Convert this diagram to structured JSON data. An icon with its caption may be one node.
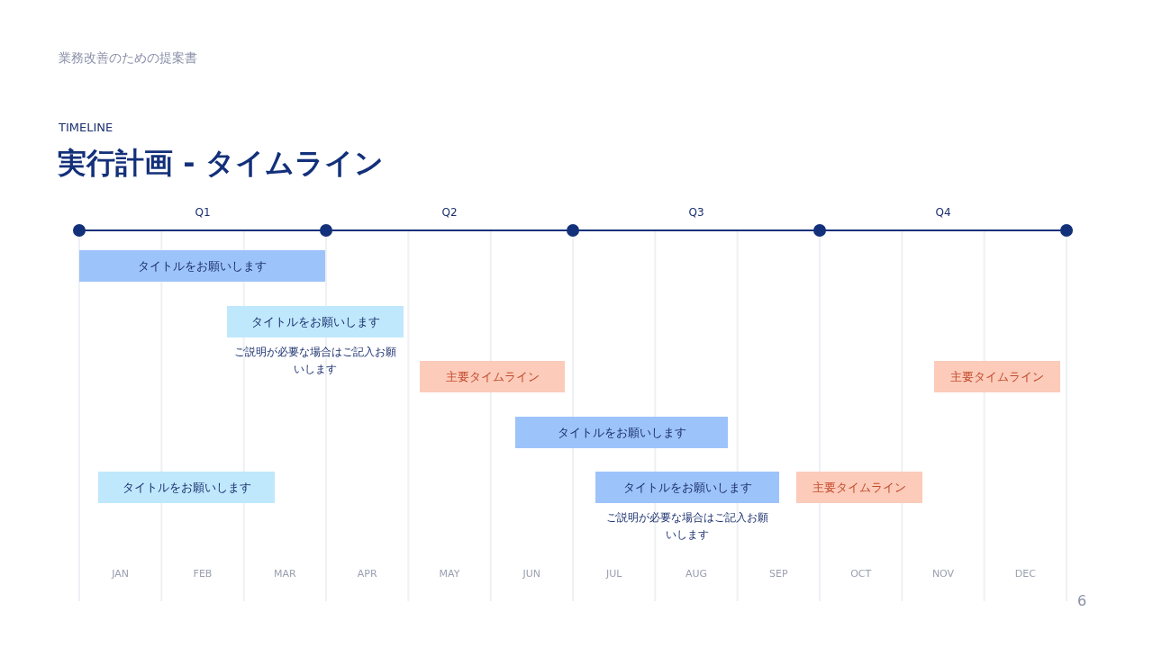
{
  "diagram": {
    "title": "実行計画 - タイムライン",
    "nodes": [
      {
        "text": [
          "タイトルをお願いします"
        ]
      },
      {
        "text": [
          "タイトルをお願いします"
        ],
        "beside": [
          "ご説明が必要な場合はご記入お願いします"
        ]
      },
      {
        "text": [
          "主要タイムライン"
        ]
      },
      {
        "text": [
          "主要タイムライン"
        ]
      },
      {
        "text": [
          "タイトルをお願いします"
        ]
      },
      {
        "text": [
          "タイトルをお願いします"
        ]
      },
      {
        "text": [
          "タイトルをお願いします"
        ],
        "beside": [
          "ご説明が必要な場合はご記入お願いします"
        ]
      },
      {
        "text": [
          "主要タイムライン"
        ]
      }
    ],
    "edges": [],
    "labels": [
      "業務改善のための提案書",
      "TIMELINE",
      "Q1",
      "Q2",
      "Q3",
      "Q4",
      "JAN",
      "FEB",
      "MAR",
      "APR",
      "MAY",
      "JUN",
      "JUL",
      "AUG",
      "SEP",
      "OCT",
      "NOV",
      "DEC",
      "6"
    ]
  }
}
